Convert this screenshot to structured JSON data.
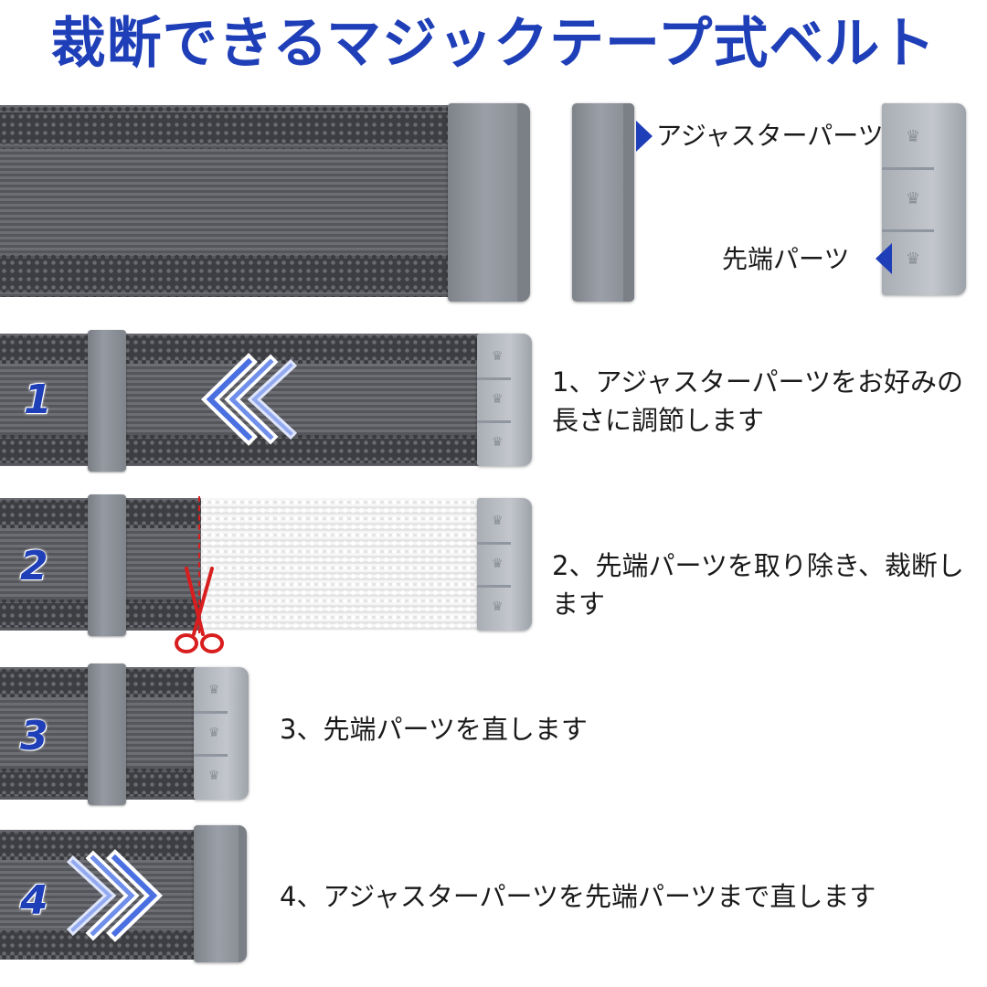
{
  "title": "裁断できるマジックテープ式ベルト",
  "parts": {
    "adjuster_label": "アジャスターパーツ",
    "tip_label": "先端パーツ"
  },
  "steps": [
    {
      "number": "1",
      "text": "1、アジャスターパーツをお好みの長さに調節します"
    },
    {
      "number": "2",
      "text": "2、先端パーツを取り除き、裁断します"
    },
    {
      "number": "3",
      "text": "3、先端パーツを直します"
    },
    {
      "number": "4",
      "text": "4、アジャスターパーツを先端パーツまで直します"
    }
  ],
  "colors": {
    "title_blue": "#1f3fb8",
    "belt_gray": "#5c5d62",
    "part_gray": "#8f949b",
    "cut_red": "#d81e1e"
  },
  "icons": [
    "chevron-left-icon",
    "chevron-right-icon",
    "scissors-icon",
    "pointer-triangle-icon"
  ]
}
